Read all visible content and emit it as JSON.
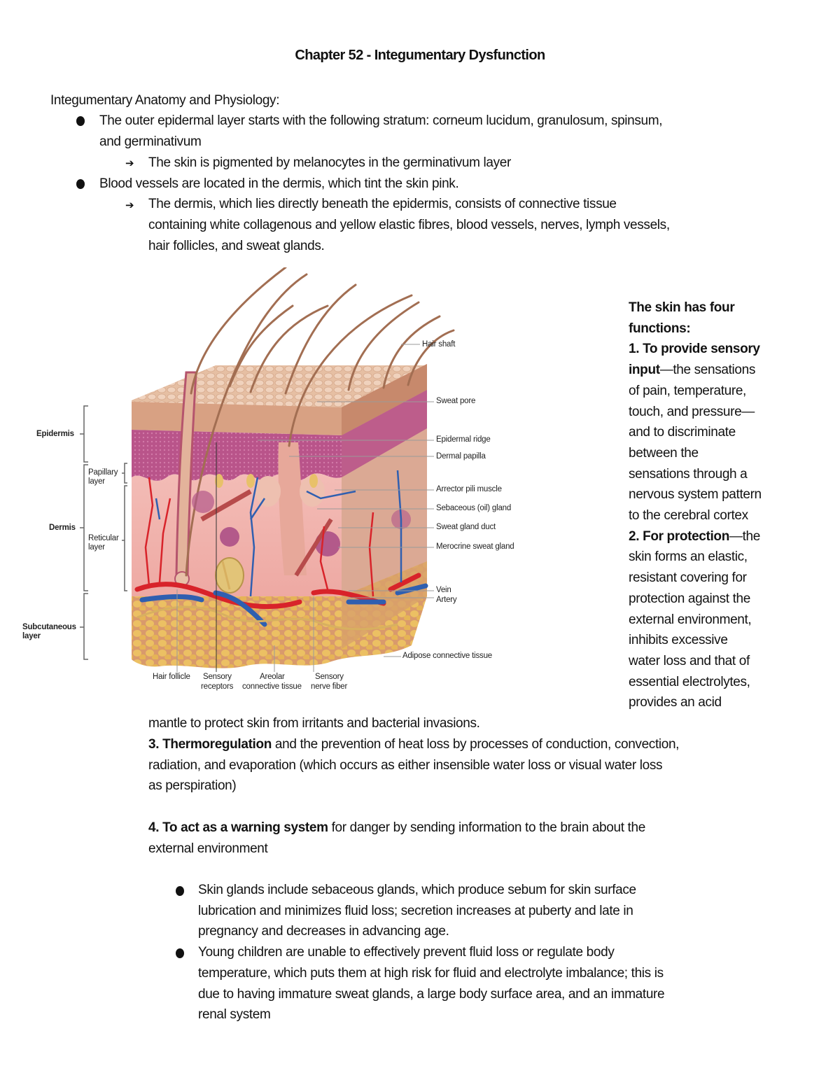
{
  "document": {
    "title": "Chapter 52 - Integumentary Dysfunction",
    "section_heading": "Integumentary Anatomy and Physiology:",
    "bullets": [
      {
        "lines": [
          "The outer epidermal layer starts with the following stratum: corneum lucidum, granulosum, spinsum,",
          "and germinativum"
        ],
        "sub": [
          {
            "lines": [
              "The skin is pigmented by melanocytes in the germinativum layer"
            ]
          }
        ]
      },
      {
        "lines": [
          "Blood vessels are located in the dermis, which tint the skin pink."
        ],
        "sub": [
          {
            "lines": [
              "The dermis, which lies directly beneath the epidermis, consists of connective tissue",
              "containing white collagenous and yellow elastic fibres, blood vessels, nerves, lymph vessels,",
              "hair follicles, and sweat glands."
            ]
          }
        ]
      }
    ],
    "arrow_glyph": "➔",
    "figure": {
      "left_labels": {
        "epidermis": "Epidermis",
        "papillary_1": "Papillary",
        "papillary_2": "layer",
        "dermis": "Dermis",
        "reticular_1": "Reticular",
        "reticular_2": "layer",
        "subcutaneous_1": "Subcutaneous",
        "subcutaneous_2": "layer"
      },
      "right_labels": {
        "hair_shaft": "Hair shaft",
        "sweat_pore": "Sweat pore",
        "epidermal_ridge": "Epidermal ridge",
        "dermal_papilla": "Dermal papilla",
        "arrector_pili": "Arrector pili muscle",
        "sebaceous_gland": "Sebaceous (oil) gland",
        "sweat_gland_duct": "Sweat gland duct",
        "merocrine_sweat_gland": "Merocrine sweat gland",
        "vein": "Vein",
        "artery": "Artery",
        "adipose": "Adipose connective tissue"
      },
      "bottom_labels": {
        "hair_follicle": "Hair follicle",
        "sensory_receptors_1": "Sensory",
        "sensory_receptors_2": "receptors",
        "areolar_1": "Areolar",
        "areolar_2": "connective tissue",
        "sensory_nerve_1": "Sensory",
        "sensory_nerve_2": "nerve fiber"
      },
      "colors": {
        "epidermis_top": "#e8c2a8",
        "epidermis_side": "#c98f74",
        "stratum_pink": "#b8507e",
        "dermis": "#f0b6b0",
        "artery": "#d8232a",
        "vein": "#2f5fb0",
        "adipose": "#e7b85a",
        "hair": "#9c6b50"
      }
    },
    "functions": {
      "intro": "The skin has four functions:",
      "right_column_lines": [
        {
          "bold": "The skin has four",
          "rest": ""
        },
        {
          "bold": "functions:",
          "rest": ""
        },
        {
          "bold": "1. To provide sensory",
          "rest": ""
        },
        {
          "bold": "input",
          "rest": "—the sensations"
        },
        {
          "bold": "",
          "rest": "of pain, temperature,"
        },
        {
          "bold": "",
          "rest": "touch, and pressure—"
        },
        {
          "bold": "",
          "rest": "and to discriminate"
        },
        {
          "bold": "",
          "rest": "between the"
        },
        {
          "bold": "",
          "rest": "sensations through a"
        },
        {
          "bold": "",
          "rest": "nervous system pattern"
        },
        {
          "bold": "",
          "rest": "to the cerebral cortex"
        },
        {
          "bold": "2. For protection",
          "rest": "—the"
        },
        {
          "bold": "",
          "rest": "skin forms an elastic,"
        },
        {
          "bold": "",
          "rest": "resistant covering for"
        },
        {
          "bold": "",
          "rest": "protection against the"
        },
        {
          "bold": "",
          "rest": "external environment,"
        },
        {
          "bold": "",
          "rest": "inhibits excessive"
        },
        {
          "bold": "",
          "rest": "water loss and that of"
        },
        {
          "bold": "",
          "rest": "essential electrolytes,"
        },
        {
          "bold": "",
          "rest": "provides an acid"
        }
      ],
      "continuation": "mantle to protect skin from irritants and bacterial invasions.",
      "item3": {
        "bold": "3. Thermoregulation",
        "lines": [
          " and the prevention of heat loss by processes of conduction, convection,",
          "radiation, and evaporation (which occurs as either insensible water loss or visual water loss",
          "as perspiration)"
        ]
      },
      "item4": {
        "bold": "4. To act as a warning system",
        "lines": [
          " for danger by sending information to the brain about the",
          "external environment"
        ]
      }
    },
    "lower_bullets": [
      {
        "lines": [
          "Skin glands include sebaceous glands, which produce sebum for skin surface",
          "lubrication and minimizes fluid loss; secretion increases at puberty and late in",
          "pregnancy and decreases in advancing age."
        ]
      },
      {
        "lines": [
          "Young children are unable to effectively prevent fluid loss or regulate body",
          "temperature, which puts them at high risk for fluid and electrolyte imbalance; this is",
          "due to having immature sweat glands, a large body surface area, and an immature",
          "renal system"
        ]
      }
    ]
  }
}
